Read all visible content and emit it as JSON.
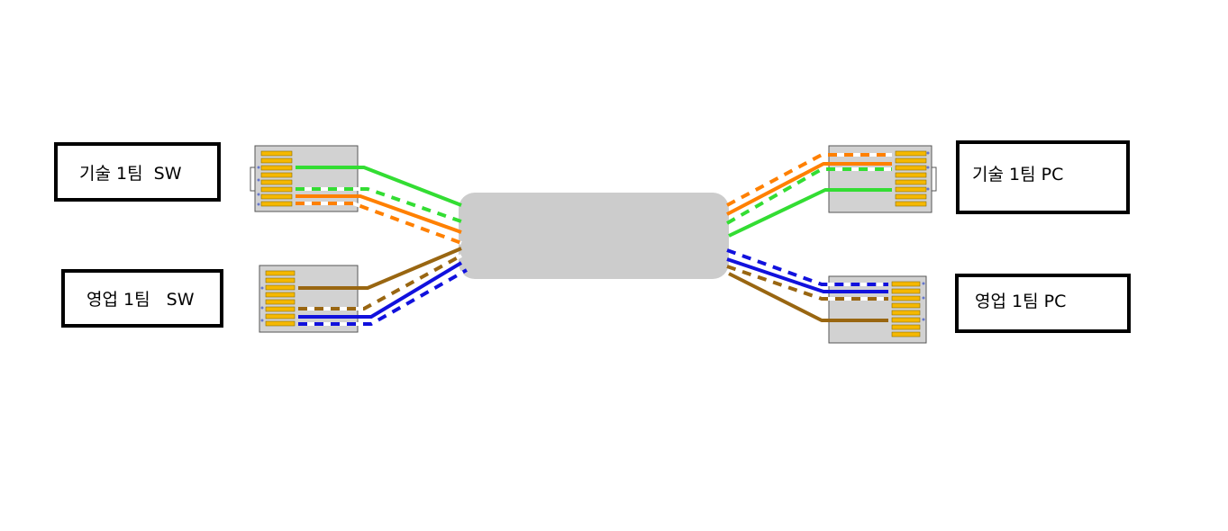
{
  "labels": {
    "tech_sw": "기술 1팀  SW",
    "sales_sw": "영업 1팀   SW",
    "tech_pc": "기술 1팀 PC",
    "sales_pc": "영업 1팀 PC"
  },
  "colors": {
    "green": "#33dd33",
    "orange": "#ff8000",
    "brown": "#996611",
    "blue": "#1111dd",
    "cable": "#cccccc",
    "connector": "#d2d2d2",
    "pin": "#f5b800"
  }
}
